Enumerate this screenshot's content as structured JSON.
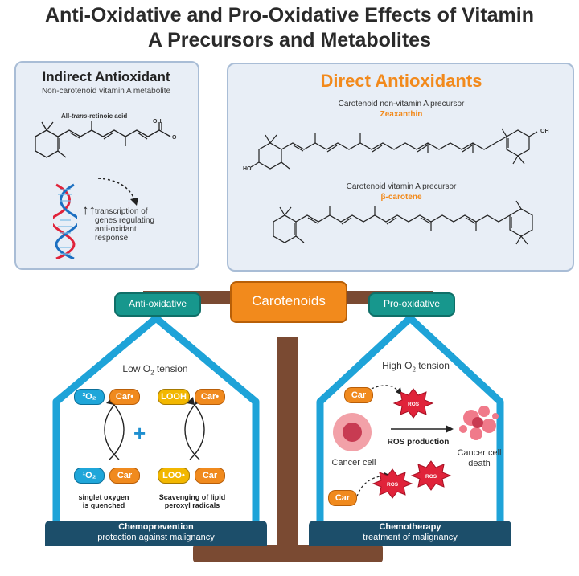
{
  "title": {
    "line1": "Anti-Oxidative and Pro-Oxidative Effects of Vitamin",
    "line2": "A Precursors and Metabolites"
  },
  "indirect": {
    "title": "Indirect Antioxidant",
    "subtitle": "Non-carotenoid vitamin A metabolite",
    "molecule_prefix": "All-",
    "molecule_italic": "trans",
    "molecule_suffix": "-retinoic acid",
    "oh": "OH",
    "o": "O",
    "arrows": "↑↑",
    "effect_line1": "transcription of",
    "effect_line2": "genes regulating",
    "effect_line3": "anti-oxidant",
    "effect_line4": "response"
  },
  "direct": {
    "title": "Direct Antioxidants",
    "zeax_label": "Carotenoid non-vitamin A precursor",
    "zeax_name": "Zeaxanthin",
    "beta_label": "Carotenoid vitamin A precursor",
    "beta_name": "β-carotene",
    "ho": "HO",
    "oh": "OH"
  },
  "balance": {
    "center": "Carotenoids",
    "left_tab": "Anti-oxidative",
    "right_tab": "Pro-oxidative"
  },
  "left_pan": {
    "tension_pre": "Low O",
    "tension_sub": "2",
    "tension_post": " tension",
    "o2_triplet": "³O₂",
    "car_radical": "Car•",
    "o2_singlet": "¹O₂",
    "car": "Car",
    "plus": "+",
    "looh": "LOOH",
    "car_radical2": "Car•",
    "loo": "LOO•",
    "car2": "Car",
    "caption1_l1": "singlet oxygen",
    "caption1_l2": "is quenched",
    "caption2_l1": "Scavenging of lipid",
    "caption2_l2": "peroxyl radicals",
    "footer_bold": "Chemoprevention",
    "footer_text": "protection against malignancy"
  },
  "right_pan": {
    "tension_pre": "High O",
    "tension_sub": "2",
    "tension_post": " tension",
    "car_top": "Car",
    "ros": "ROS",
    "ros_production": "ROS production",
    "cancer_cell": "Cancer cell",
    "cancer_death_l1": "Cancer cell",
    "cancer_death_l2": "death",
    "car_bottom": "Car",
    "footer_bold": "Chemotherapy",
    "footer_text": "treatment of malignancy"
  },
  "colors": {
    "orange": "#f28a1c",
    "teal": "#17978d",
    "blue_frame": "#1ea3d8",
    "brown": "#7a4a32",
    "navy": "#1c4e6a",
    "red_ros": "#e0233a"
  }
}
